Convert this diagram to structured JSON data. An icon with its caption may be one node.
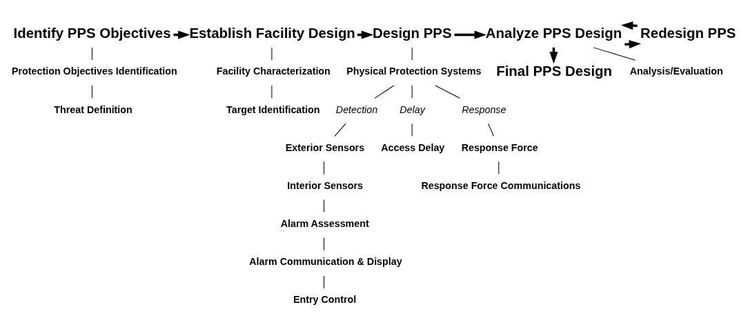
{
  "diagram": {
    "nodes": [
      {
        "text": [
          "Identify PPS Objectives"
        ]
      },
      {
        "text": [
          "Establish Facility Design"
        ]
      },
      {
        "text": [
          "Design PPS"
        ]
      },
      {
        "text": [
          "Analyze PPS Design"
        ]
      },
      {
        "text": [
          "Final PPS Design"
        ]
      },
      {
        "text": [
          "Redesign PPS"
        ]
      },
      {
        "text": [
          "Protection Objectives Identification"
        ]
      },
      {
        "text": [
          "Threat Definition"
        ]
      },
      {
        "text": [
          "Facility Characterization"
        ]
      },
      {
        "text": [
          "Target Identification"
        ]
      },
      {
        "text": [
          "Physical Protection Systems"
        ]
      },
      {
        "text": [
          "Detection"
        ]
      },
      {
        "text": [
          "Delay"
        ]
      },
      {
        "text": [
          "Response"
        ]
      },
      {
        "text": [
          "Exterior Sensors"
        ]
      },
      {
        "text": [
          "Interior Sensors"
        ]
      },
      {
        "text": [
          "Alarm Assessment"
        ]
      },
      {
        "text": [
          "Alarm Communication & Display"
        ]
      },
      {
        "text": [
          "Entry Control"
        ]
      },
      {
        "text": [
          "Access Delay"
        ]
      },
      {
        "text": [
          "Response Force"
        ]
      },
      {
        "text": [
          "Response Force Communications"
        ]
      },
      {
        "text": [
          "Analysis/Evaluation"
        ]
      }
    ],
    "edges": [
      {
        "from": 0,
        "to": 1,
        "arrow": "to",
        "style": "thick"
      },
      {
        "from": 1,
        "to": 2,
        "arrow": "to",
        "style": "thick"
      },
      {
        "from": 2,
        "to": 3,
        "arrow": "to",
        "style": "thick"
      },
      {
        "from": 3,
        "to": 4,
        "arrow": "to",
        "style": "thick"
      },
      {
        "from": 3,
        "to": 5,
        "arrow": "to",
        "style": "thick"
      },
      {
        "from": 5,
        "to": 3,
        "arrow": "to",
        "style": "thick"
      },
      {
        "from": 0,
        "to": 6,
        "arrow": "none"
      },
      {
        "from": 6,
        "to": 7,
        "arrow": "none"
      },
      {
        "from": 1,
        "to": 8,
        "arrow": "none"
      },
      {
        "from": 8,
        "to": 9,
        "arrow": "none"
      },
      {
        "from": 2,
        "to": 10,
        "arrow": "none"
      },
      {
        "from": 10,
        "to": 11,
        "arrow": "none"
      },
      {
        "from": 10,
        "to": 12,
        "arrow": "none"
      },
      {
        "from": 10,
        "to": 13,
        "arrow": "none"
      },
      {
        "from": 11,
        "to": 14,
        "arrow": "none"
      },
      {
        "from": 14,
        "to": 15,
        "arrow": "none"
      },
      {
        "from": 15,
        "to": 16,
        "arrow": "none"
      },
      {
        "from": 16,
        "to": 17,
        "arrow": "none"
      },
      {
        "from": 17,
        "to": 18,
        "arrow": "none"
      },
      {
        "from": 12,
        "to": 19,
        "arrow": "none"
      },
      {
        "from": 13,
        "to": 20,
        "arrow": "none"
      },
      {
        "from": 20,
        "to": 21,
        "arrow": "none"
      },
      {
        "from": 3,
        "to": 22,
        "arrow": "none"
      }
    ]
  }
}
